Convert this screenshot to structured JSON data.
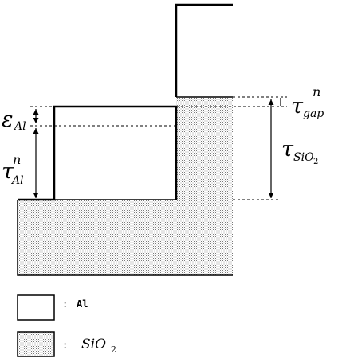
{
  "labels": {
    "eps_al": {
      "main": "ε",
      "sub": "Al"
    },
    "tau_al": {
      "main": "τ",
      "sup": "n",
      "sub": "Al"
    },
    "tau_gap": {
      "main": "τ",
      "sup": "n",
      "sub": "gap"
    },
    "tau_sio2": {
      "main": "τ",
      "sub": "SiO",
      "sub2": "2"
    }
  },
  "legend": {
    "items": [
      {
        "colon": ":",
        "label": "Al"
      },
      {
        "colon": ":",
        "label": "SiO",
        "label_sub": "2"
      }
    ]
  },
  "colors": {
    "line": "#000000",
    "stipple_fg": "#8a8a8a",
    "background": "#ffffff"
  }
}
